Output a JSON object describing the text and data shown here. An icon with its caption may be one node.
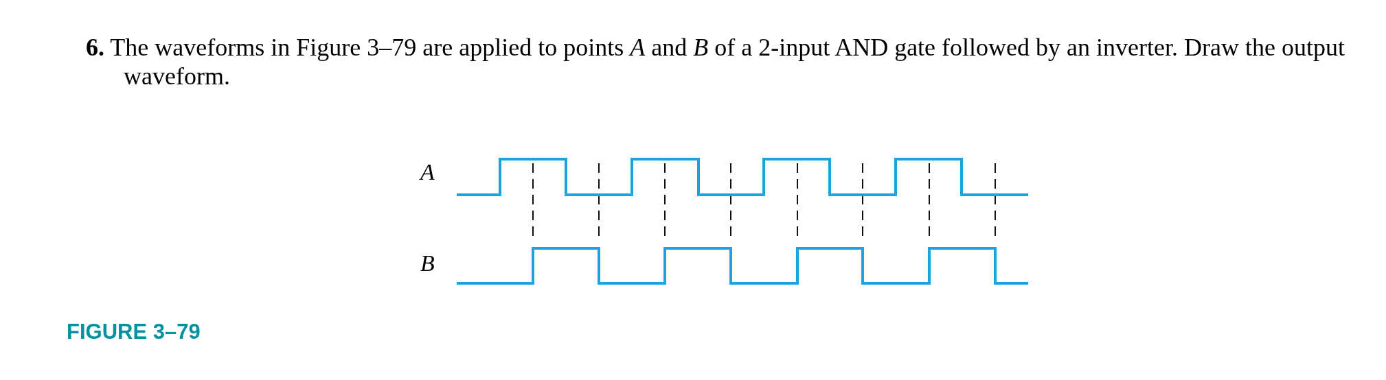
{
  "diagram": {
    "labels": [
      "**6.** The waveforms in Figure 3–79 are applied to points *A* and *B* of a 2-input AND gate followed by an inverter. Draw the output waveform.",
      "A",
      "B",
      "FIGURE 3–79"
    ]
  }
}
